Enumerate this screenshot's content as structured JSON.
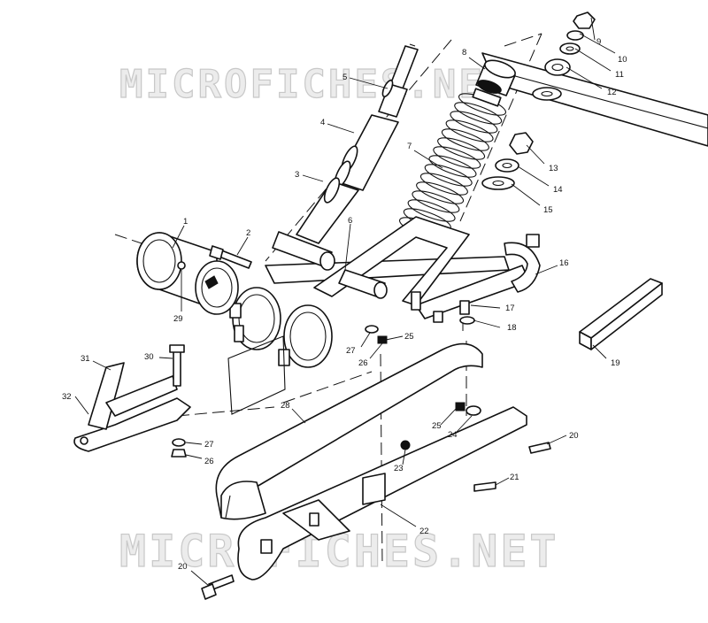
{
  "watermark": "MICROFICHES.NET",
  "callouts": [
    {
      "id": "c9",
      "label": "9"
    },
    {
      "id": "c10",
      "label": "10"
    },
    {
      "id": "c11",
      "label": "11"
    },
    {
      "id": "c12",
      "label": "12"
    },
    {
      "id": "c8",
      "label": "8"
    },
    {
      "id": "c5",
      "label": "5"
    },
    {
      "id": "c4",
      "label": "4"
    },
    {
      "id": "c7",
      "label": "7"
    },
    {
      "id": "c13",
      "label": "13"
    },
    {
      "id": "c14",
      "label": "14"
    },
    {
      "id": "c15",
      "label": "15"
    },
    {
      "id": "c3",
      "label": "3"
    },
    {
      "id": "c6",
      "label": "6"
    },
    {
      "id": "c1",
      "label": "1"
    },
    {
      "id": "c2",
      "label": "2"
    },
    {
      "id": "c16",
      "label": "16"
    },
    {
      "id": "c17",
      "label": "17"
    },
    {
      "id": "c18",
      "label": "18"
    },
    {
      "id": "c29",
      "label": "29"
    },
    {
      "id": "c25a",
      "label": "25"
    },
    {
      "id": "c27a",
      "label": "27"
    },
    {
      "id": "c26a",
      "label": "26"
    },
    {
      "id": "c19",
      "label": "19"
    },
    {
      "id": "c31",
      "label": "31"
    },
    {
      "id": "c30",
      "label": "30"
    },
    {
      "id": "c32",
      "label": "32"
    },
    {
      "id": "c28",
      "label": "28"
    },
    {
      "id": "c25b",
      "label": "25"
    },
    {
      "id": "c24",
      "label": "24"
    },
    {
      "id": "c20a",
      "label": "20"
    },
    {
      "id": "c27b",
      "label": "27"
    },
    {
      "id": "c26b",
      "label": "26"
    },
    {
      "id": "c23",
      "label": "23"
    },
    {
      "id": "c21",
      "label": "21"
    },
    {
      "id": "c22",
      "label": "22"
    },
    {
      "id": "c20b",
      "label": "20"
    }
  ]
}
